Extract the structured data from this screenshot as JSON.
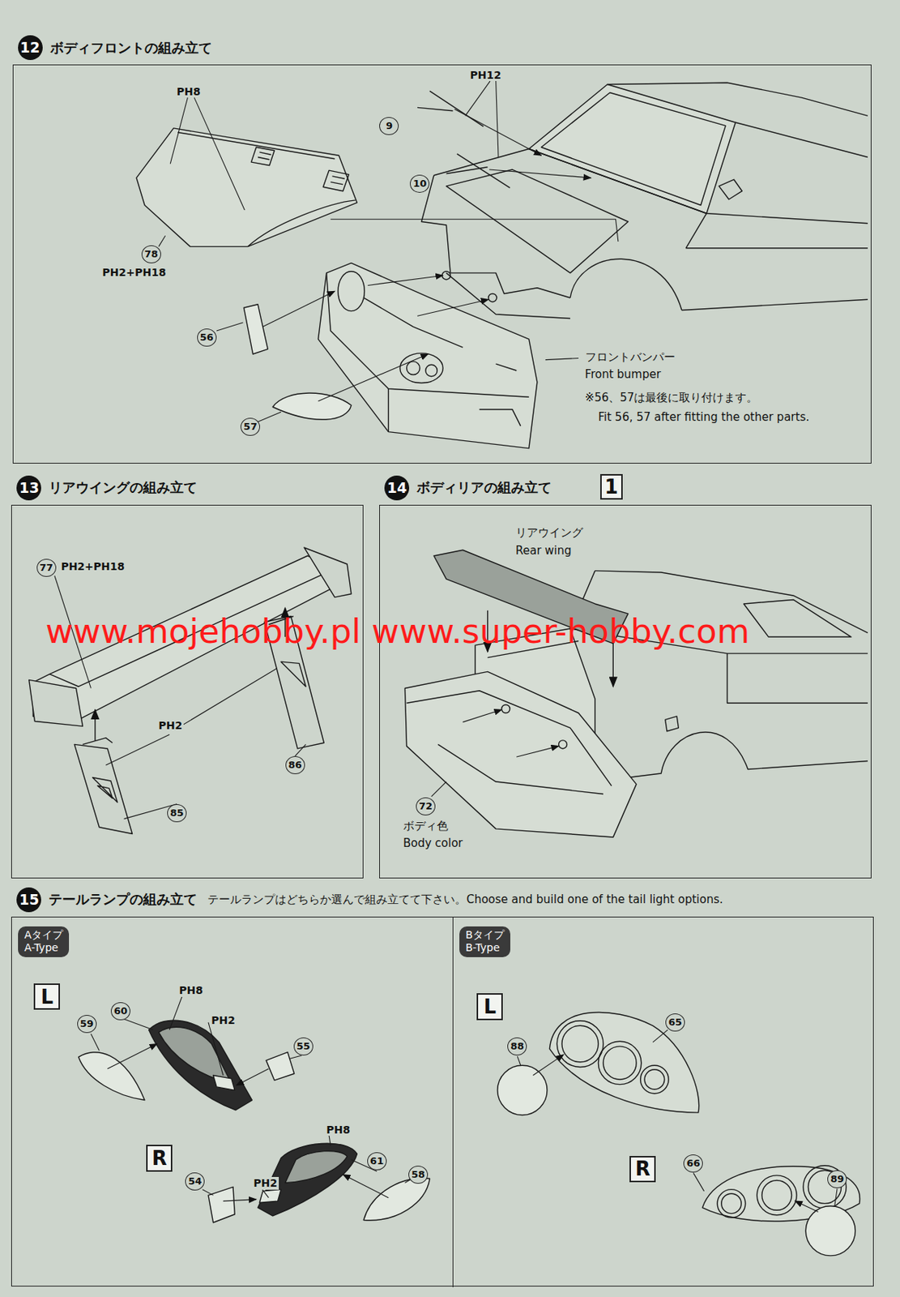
{
  "diagram": {
    "nodes": [
      {
        "text": [
          "12",
          "ボディフロントの組み立て"
        ]
      },
      {
        "text": [
          "13",
          "リアウイングの組み立て"
        ]
      },
      {
        "text": [
          "14",
          "ボディリアの組み立て"
        ]
      },
      {
        "text": [
          "1"
        ]
      },
      {
        "text": [
          "15",
          "テールランプの組み立て",
          "テールランプはどちらか選んで組み立てて下さい。Choose and build one of the tail light options."
        ]
      },
      {
        "text": [
          "Aタイプ",
          "A-Type"
        ],
        "in": 4
      },
      {
        "text": [
          "L"
        ],
        "in": 5
      },
      {
        "text": [
          "R"
        ],
        "in": 5
      },
      {
        "text": [
          "Bタイプ",
          "B-Type"
        ],
        "in": 4
      },
      {
        "text": [
          "L"
        ],
        "in": 8
      },
      {
        "text": [
          "R"
        ],
        "in": 8
      }
    ],
    "labels": [
      "PH8",
      "PH12",
      "9",
      "10",
      "78",
      "PH2+PH18",
      "56",
      "57",
      "フロントバンパー",
      "Front bumper",
      "※56、57は最後に取り付けます。",
      "Fit 56, 57 after fitting the other parts.",
      "www.mojehobby.pl www.super-hobby.com",
      "77",
      "PH2+PH18",
      "PH2",
      "86",
      "85",
      "リアウイング",
      "Rear wing",
      "72",
      "ボディ色",
      "Body color",
      "59",
      "60",
      "PH8",
      "PH2",
      "55",
      "54",
      "PH2",
      "PH8",
      "61",
      "58",
      "88",
      "65",
      "66",
      "89"
    ]
  }
}
